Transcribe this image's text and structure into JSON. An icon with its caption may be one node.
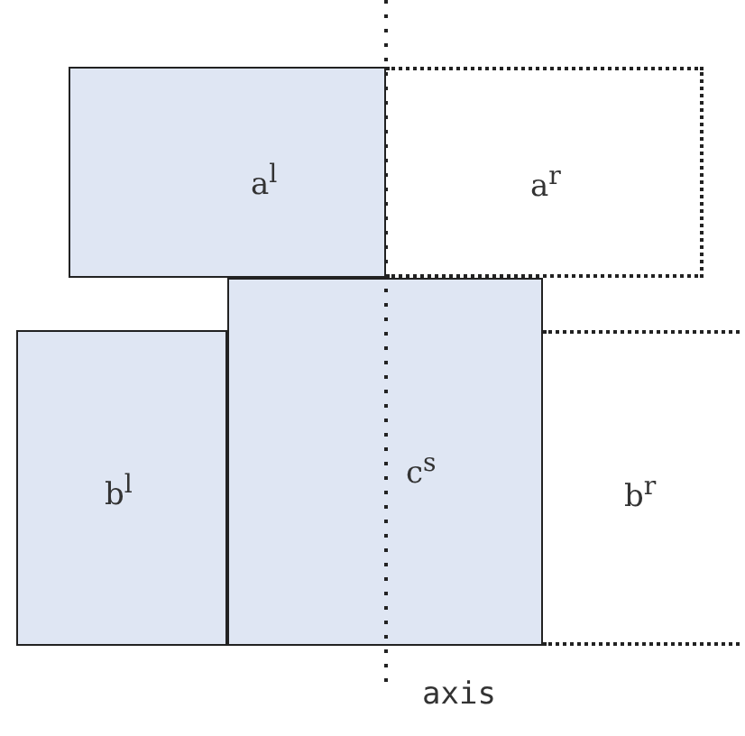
{
  "diagram": {
    "nodes": [
      {
        "text": [
          "a$^{l}$"
        ]
      },
      {
        "text": [
          "a$^{r}$"
        ]
      },
      {
        "text": [
          "b$^{l}$"
        ]
      },
      {
        "text": [
          "c$^{s}$"
        ]
      },
      {
        "text": [
          "b$^{r}$"
        ]
      }
    ],
    "edges": [],
    "labels": [
      "axis"
    ]
  }
}
